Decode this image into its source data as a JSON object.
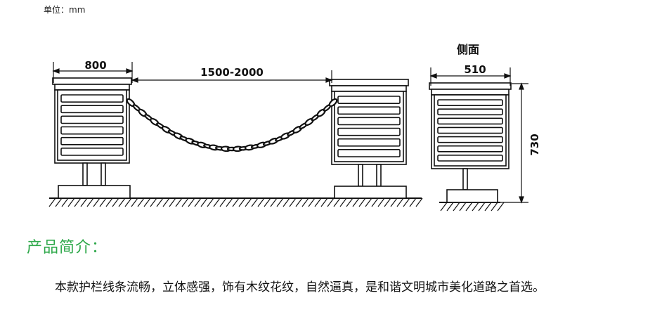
{
  "unit_label": "单位：mm",
  "drawing": {
    "dim_width": "800",
    "dim_span": "1500-2000",
    "side_label": "侧面",
    "dim_side_width": "510",
    "dim_height": "730"
  },
  "intro": {
    "title": "产品简介：",
    "body": "本款护栏线条流畅，立体感强，饰有木纹花纹，自然逼真，是和谐文明城市美化道路之首选。"
  }
}
